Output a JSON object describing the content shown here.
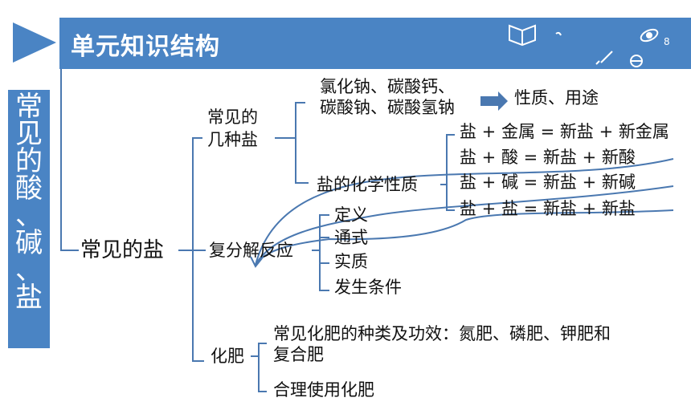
{
  "header": {
    "title": "单元知识结构"
  },
  "side_title_chars": [
    "常",
    "见",
    "的",
    "酸",
    "、",
    "碱",
    "、",
    "盐"
  ],
  "root": "常见的盐",
  "branches": {
    "common_salts": {
      "label_line1": "常见的",
      "label_line2": "几种盐",
      "examples_line1": "氯化钠、碳酸钙、",
      "examples_line2": "碳酸钠、碳酸氢钠",
      "arrow_target": "性质、用途",
      "chem_props_label": "盐的化学性质",
      "reactions": [
        "盐 + 金属 = 新盐 + 新金属",
        "盐  +  酸  =  新盐 + 新酸",
        "盐  +  碱  =  新盐 + 新碱",
        "盐  +  盐  =  新盐 + 新盐"
      ]
    },
    "double_decomposition": {
      "label": "复分解反应",
      "items": [
        "定义",
        "通式",
        "实质",
        "发生条件"
      ]
    },
    "fertilizer": {
      "label": "化肥",
      "item1_line1": "常见化肥的种类及功效：氮肥、磷肥、钾肥和",
      "item1_line2": "复合肥",
      "item2": "合理使用化肥"
    }
  },
  "colors": {
    "accent": "#4a84c4",
    "line": "#4a78b0",
    "text": "#111111"
  }
}
